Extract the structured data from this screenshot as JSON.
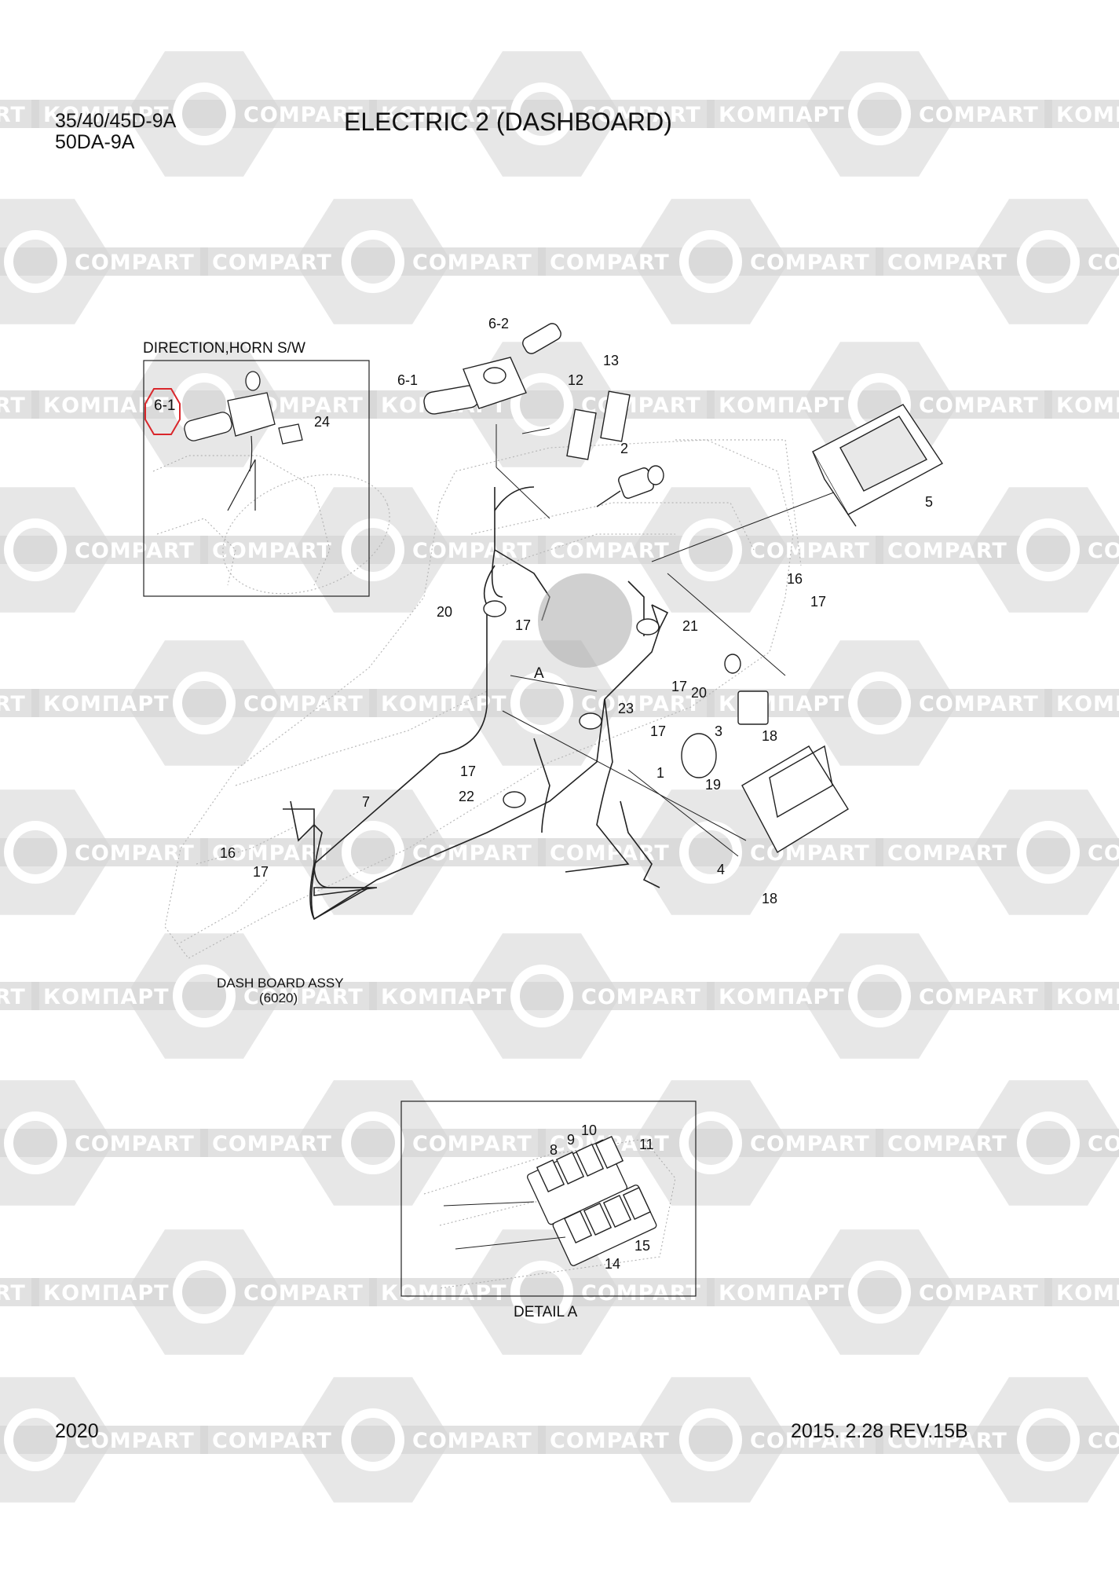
{
  "header": {
    "model_line1": "35/40/45D-9A",
    "model_line2": "50DA-9A",
    "title": "ELECTRIC 2 (DASHBOARD)"
  },
  "captions": {
    "inset_title": "DIRECTION,HORN S/W",
    "dash_assy_line1": "DASH BOARD ASSY",
    "dash_assy_line2": "(6020)",
    "detail_label": "DETAIL A",
    "detail_ref": "A"
  },
  "footer": {
    "page_number": "2020",
    "revision": "2015. 2.28  REV.15B"
  },
  "highlight": {
    "label": "6-1",
    "color": "#d9262b"
  },
  "callouts": [
    "6-2",
    "6-1",
    "12",
    "13",
    "2",
    "5",
    "24",
    "16",
    "17",
    "20",
    "17",
    "21",
    "17",
    "20",
    "3",
    "18",
    "23",
    "17",
    "1",
    "19",
    "17",
    "22",
    "7",
    "16",
    "17",
    "4",
    "18",
    "8",
    "9",
    "10",
    "11",
    "15",
    "14"
  ],
  "watermark": {
    "text_cyrillic": "КОМПАРТ",
    "text_latin": "COMPART",
    "color": "#d4d4d4"
  }
}
